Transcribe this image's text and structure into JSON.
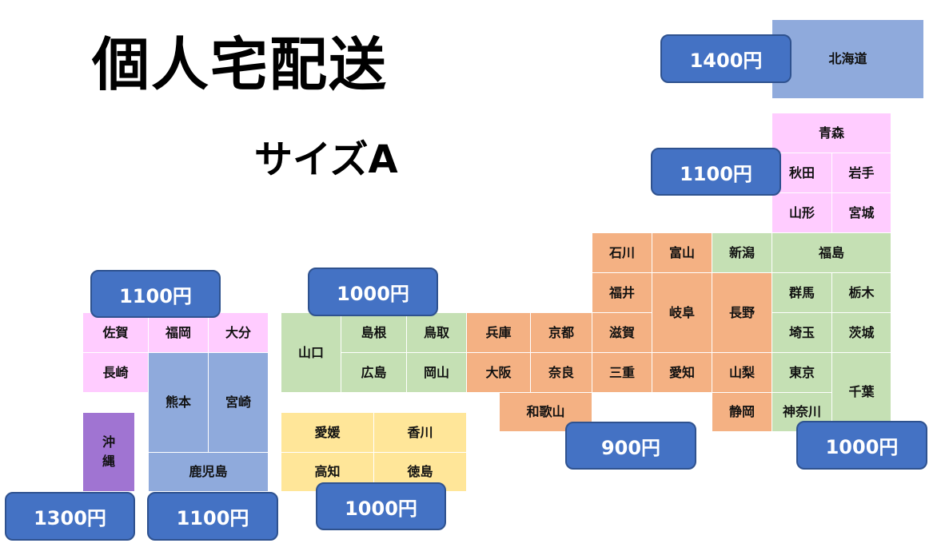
{
  "title": "個人宅配送",
  "subtitle": "サイズA",
  "colors": {
    "pink": "#ffccff",
    "blue": "#8faadc",
    "green": "#c5e0b4",
    "orange": "#f4b183",
    "yellow": "#ffe699",
    "purple": "#a074d2",
    "badge": "#4472c4"
  },
  "prefectures": {
    "hokkaido": "北海道",
    "aomori": "青森",
    "akita": "秋田",
    "iwate": "岩手",
    "yamagata": "山形",
    "miyagi": "宮城",
    "fukushima": "福島",
    "niigata": "新潟",
    "gunma": "群馬",
    "tochigi": "栃木",
    "saitama": "埼玉",
    "ibaraki": "茨城",
    "tokyo": "東京",
    "chiba": "千葉",
    "kanagawa": "神奈川",
    "ishikawa": "石川",
    "toyama": "富山",
    "fukui": "福井",
    "gifu": "岐阜",
    "nagano": "長野",
    "shiga": "滋賀",
    "mie": "三重",
    "aichi": "愛知",
    "yamanashi": "山梨",
    "shizuoka": "静岡",
    "hyogo": "兵庫",
    "kyoto": "京都",
    "osaka": "大阪",
    "nara": "奈良",
    "wakayama": "和歌山",
    "yamaguchi": "山口",
    "shimane": "島根",
    "tottori": "鳥取",
    "hiroshima": "広島",
    "okayama": "岡山",
    "ehime": "愛媛",
    "kagawa": "香川",
    "kochi": "高知",
    "tokushima": "徳島",
    "saga": "佐賀",
    "fukuoka": "福岡",
    "oita": "大分",
    "nagasaki": "長崎",
    "kumamoto": "熊本",
    "miyazaki": "宮崎",
    "kagoshima": "鹿児島",
    "okinawa_1": "沖",
    "okinawa_2": "縄"
  },
  "prices": {
    "hokkaido": "1400円",
    "tohoku": "1100円",
    "kanto": "1000円",
    "chubu_kansai": "900円",
    "chugoku": "1000円",
    "shikoku": "1000円",
    "kyushu_north": "1100円",
    "kyushu_south": "1100円",
    "okinawa": "1300円"
  }
}
